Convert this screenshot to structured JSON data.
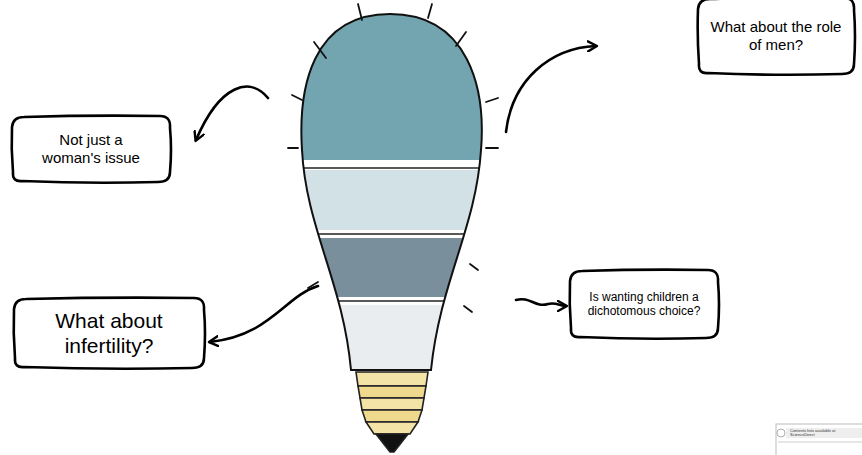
{
  "diagram": {
    "nodes": [
      {
        "text": [
          "What about the role of men?"
        ]
      },
      {
        "text": [
          "Not just a woman's issue"
        ]
      },
      {
        "text": [
          "Is wanting children a dichotomous choice?"
        ]
      },
      {
        "text": [
          "What about infertility?"
        ]
      }
    ],
    "labels": [
      "Contents lists available at ScienceDirect"
    ]
  }
}
